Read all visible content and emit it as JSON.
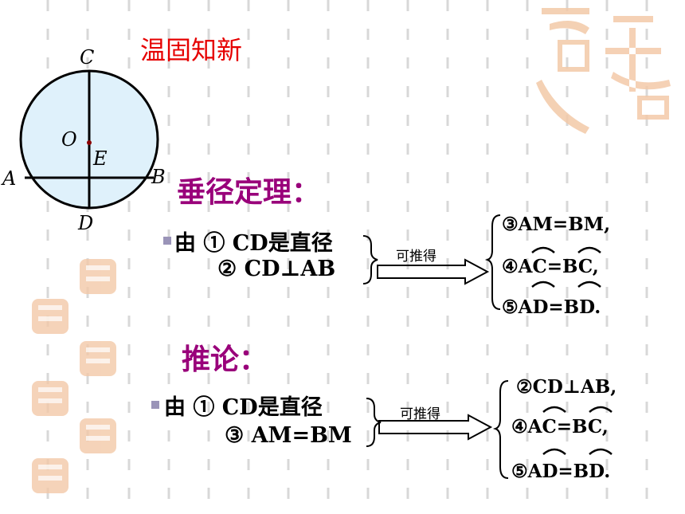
{
  "section_title": "温固知新",
  "figure": {
    "labels": {
      "C": "C",
      "O": "O",
      "E": "E",
      "A": "A",
      "B": "B",
      "D": "D"
    },
    "fill_color": "#dff1fb",
    "stroke_color": "#000000"
  },
  "theorem": {
    "heading": "垂径定理：",
    "condition_1": "由 ① CD是直径",
    "condition_2": "② CD⊥AB",
    "arrow_label": "可推得",
    "results": [
      "③AM=BM,",
      "④AC=BC,",
      "⑤AD=BD."
    ]
  },
  "corollary": {
    "heading": "推论：",
    "condition_1": "由 ① CD是直径",
    "condition_2": "③ AM=BM",
    "arrow_label": "可推得",
    "results": [
      "②CD⊥AB,",
      "④AC=BC,",
      "⑤AD=BD."
    ]
  },
  "colors": {
    "title": "#e60000",
    "heading": "#99007a",
    "bullet": "#9a94b8",
    "decor": "#f3c9a8"
  },
  "decor_icon": "auspicious-seal-icon"
}
